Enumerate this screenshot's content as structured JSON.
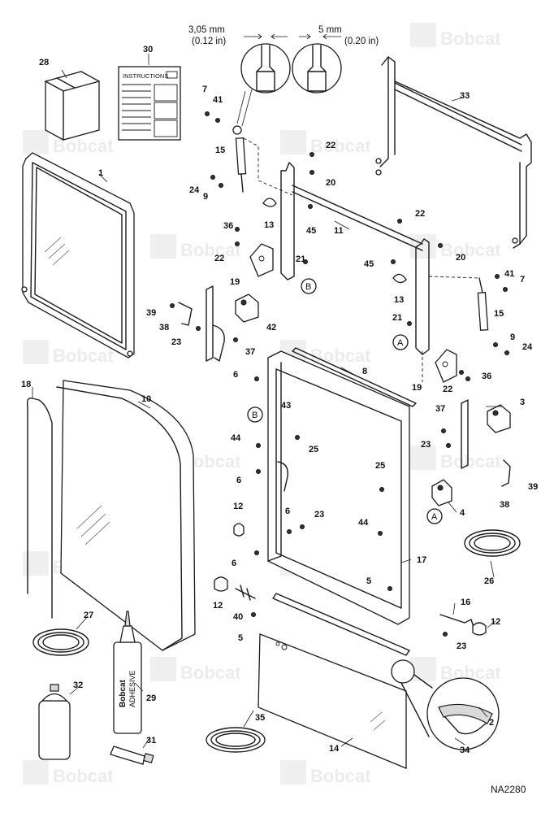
{
  "watermark": "Bobcat",
  "drawing_number": "NA2280",
  "dimensions": {
    "left_value": "3,05 mm",
    "left_imperial": "(0.12 in)",
    "right_value": "5 mm",
    "right_imperial": "(0.20 in)"
  },
  "instructions_label": "INSTRUCTIONS",
  "adhesive_label": "ADHESIVE",
  "adhesive_brand": "Bobcat",
  "reference_markers": {
    "a": "A",
    "b": "B"
  },
  "callouts": {
    "c1": "1",
    "c2": "2",
    "c3": "3",
    "c4": "4",
    "c5a": "5",
    "c5b": "5",
    "c6a": "6",
    "c6b": "6",
    "c6c": "6",
    "c6d": "6",
    "c7a": "7",
    "c7b": "7",
    "c8": "8",
    "c9a": "9",
    "c9b": "9",
    "c10": "10",
    "c11": "11",
    "c12a": "12",
    "c12b": "12",
    "c12c": "12",
    "c13a": "13",
    "c13b": "13",
    "c14": "14",
    "c15a": "15",
    "c15b": "15",
    "c16": "16",
    "c17": "17",
    "c18": "18",
    "c19a": "19",
    "c19b": "19",
    "c20a": "20",
    "c20b": "20",
    "c21a": "21",
    "c21b": "21",
    "c22a": "22",
    "c22b": "22",
    "c22c": "22",
    "c22d": "22",
    "c23a": "23",
    "c23b": "23",
    "c23c": "23",
    "c23d": "23",
    "c24a": "24",
    "c24b": "24",
    "c25a": "25",
    "c25b": "25",
    "c26": "26",
    "c27": "27",
    "c28": "28",
    "c29": "29",
    "c30": "30",
    "c31": "31",
    "c32": "32",
    "c33": "33",
    "c34": "34",
    "c35": "35",
    "c36a": "36",
    "c36b": "36",
    "c37a": "37",
    "c37b": "37",
    "c38a": "38",
    "c38b": "38",
    "c39a": "39",
    "c39b": "39",
    "c40": "40",
    "c41a": "41",
    "c41b": "41",
    "c42": "42",
    "c43": "43",
    "c44a": "44",
    "c44b": "44",
    "c45a": "45",
    "c45b": "45"
  }
}
